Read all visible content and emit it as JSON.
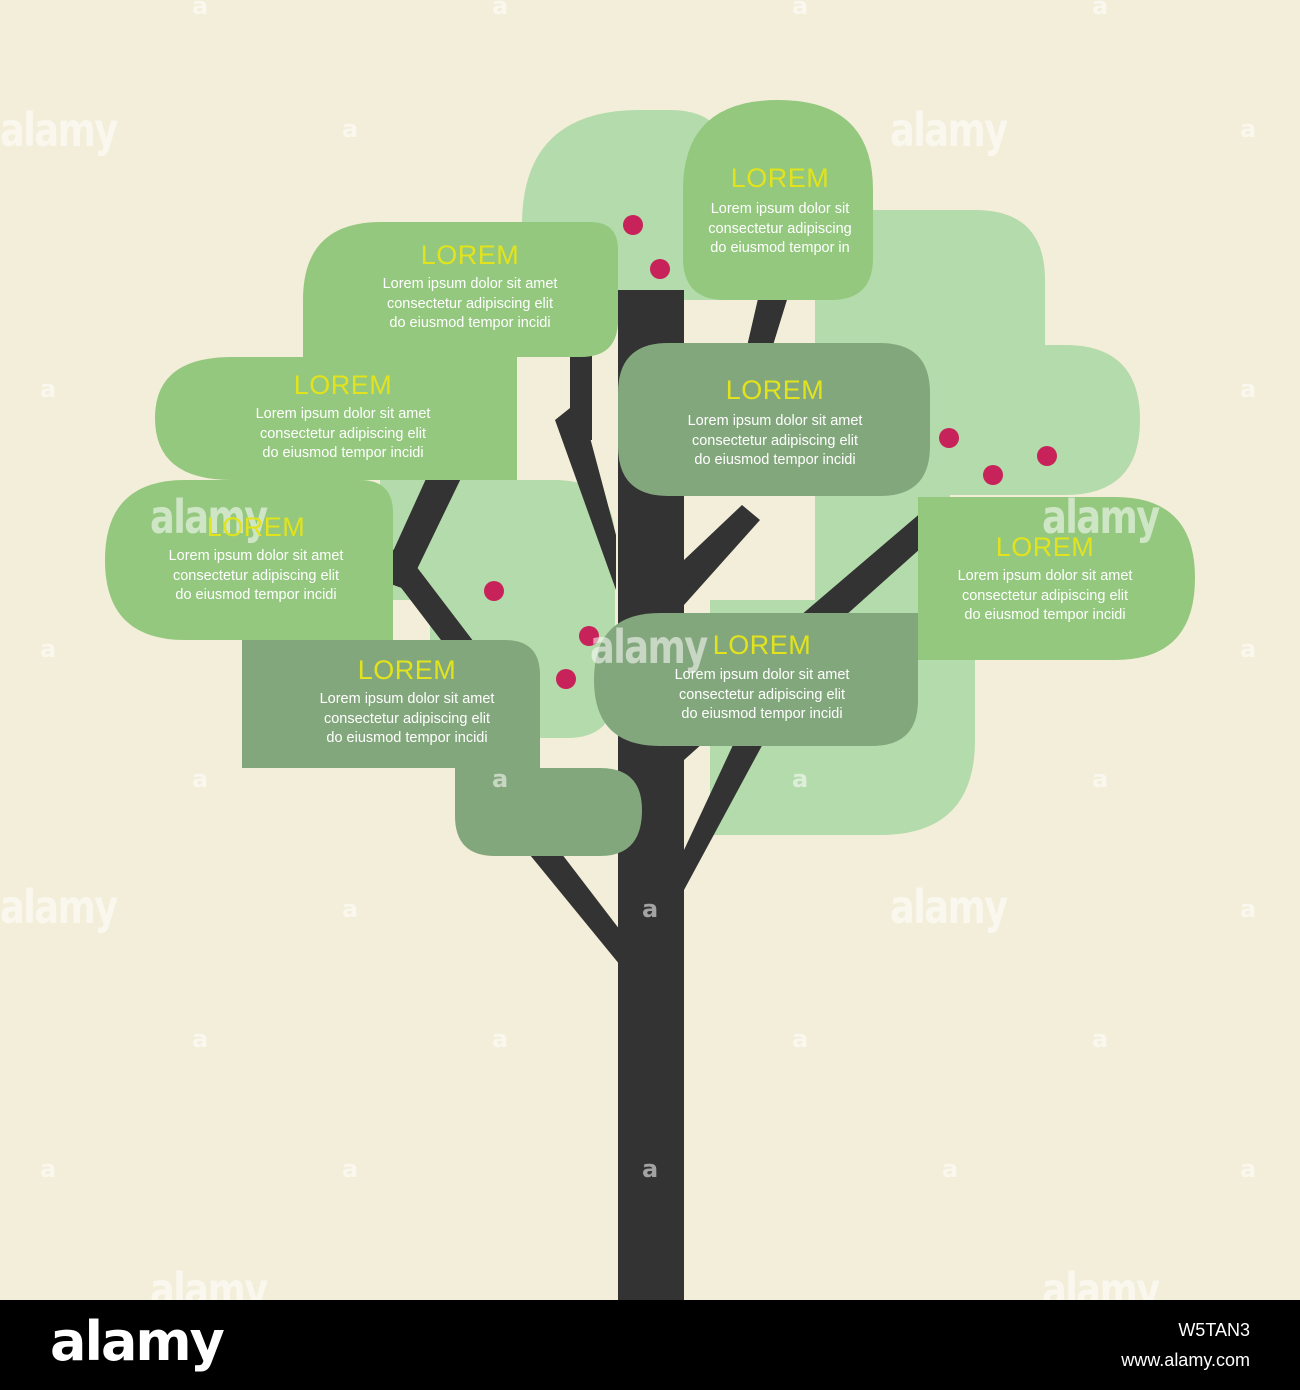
{
  "colors": {
    "background": "#f3eed9",
    "trunk": "#333333",
    "leaf_light": "#b4dbab",
    "leaf_medium": "#93c87e",
    "leaf_dark": "#83a77c",
    "title_yellow": "#e2e31c",
    "berry": "#c7225a"
  },
  "leaves": [
    {
      "title": "LOREM",
      "lines": [
        "Lorem ipsum dolor sit",
        "consectetur adipiscing",
        "do eiusmod tempor in"
      ]
    },
    {
      "title": "LOREM",
      "lines": [
        "Lorem ipsum dolor sit amet",
        "consectetur adipiscing elit",
        "do eiusmod tempor incidi"
      ]
    },
    {
      "title": "LOREM",
      "lines": [
        "Lorem ipsum dolor sit amet",
        "consectetur adipiscing elit",
        "do eiusmod tempor incidi"
      ]
    },
    {
      "title": "LOREM",
      "lines": [
        "Lorem ipsum dolor sit amet",
        "consectetur adipiscing elit",
        "do eiusmod tempor incidi"
      ]
    },
    {
      "title": "LOREM",
      "lines": [
        "Lorem ipsum dolor sit amet",
        "consectetur adipiscing elit",
        "do eiusmod tempor incidi"
      ]
    },
    {
      "title": "LOREM",
      "lines": [
        "Lorem ipsum dolor sit amet",
        "consectetur adipiscing elit",
        "do eiusmod tempor incidi"
      ]
    },
    {
      "title": "LOREM",
      "lines": [
        "Lorem ipsum dolor sit amet",
        "consectetur adipiscing elit",
        "do eiusmod tempor incidi"
      ]
    },
    {
      "title": "LOREM",
      "lines": [
        "Lorem ipsum dolor sit amet",
        "consectetur adipiscing elit",
        "do eiusmod tempor incidi"
      ]
    }
  ],
  "watermark": {
    "text": "alamy",
    "mark": "a"
  },
  "footer": {
    "brand": "alamy",
    "image_id": "W5TAN3",
    "url": "www.alamy.com"
  }
}
